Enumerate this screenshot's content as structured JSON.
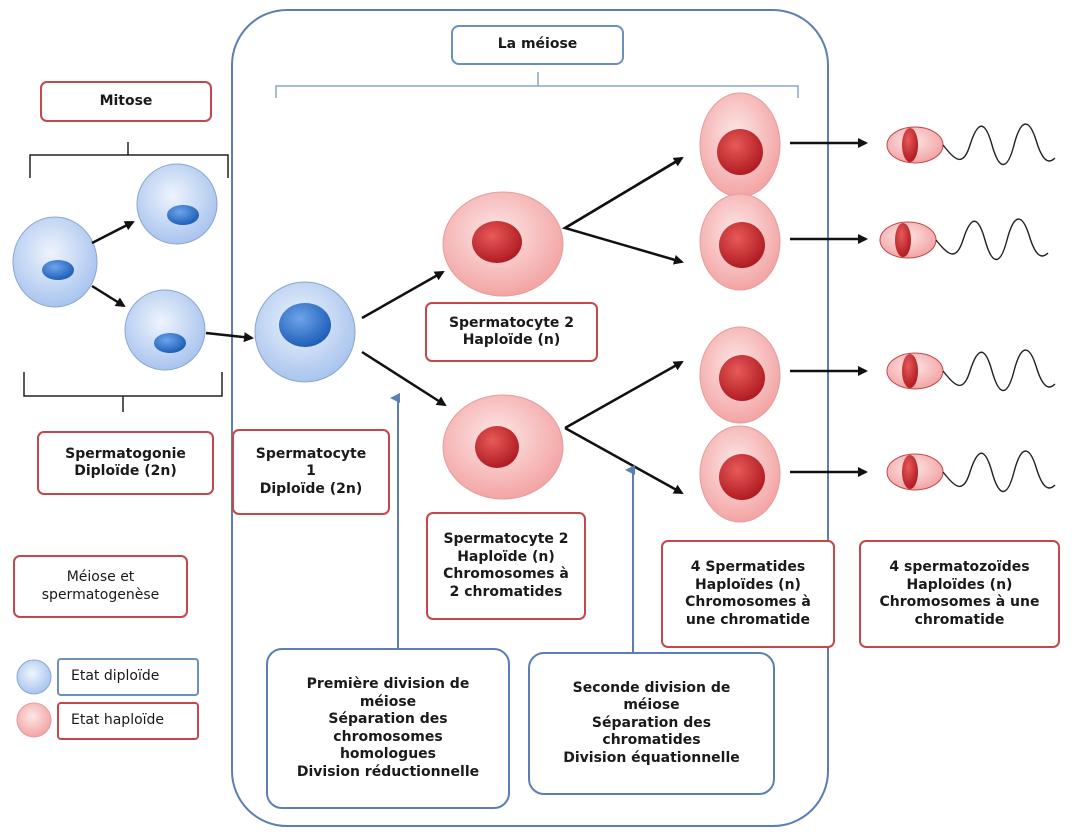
{
  "title": "La méiose",
  "labels": {
    "mitose": "Mitose",
    "spermatogonie": "Spermatogonie\nDiploïde (2n)",
    "spermatocyte1": "Spermatocyte\n1\nDiploïde (2n)",
    "spermatocyte2_top": "Spermatocyte 2\nHaploïde (n)",
    "spermatocyte2_bottom": "Spermatocyte 2\nHaploïde (n)\nChromosomes à\n2 chromatides",
    "spermatides": "4 Spermatides\nHaploïdes (n)\nChromosomes à\nune chromatide",
    "spermatozoides": "4 spermatozoïdes\nHaploïdes (n)\nChromosomes à une\nchromatide",
    "caption": "Méiose et\nspermatogenèse",
    "premiere_division": "Première division de\nméiose\nSéparation des\nchromosomes\nhomologues\nDivision réductionnelle",
    "seconde_division": "Seconde division de\nméiose\nSéparation des\nchromatides\nDivision équationnelle"
  },
  "legend": [
    {
      "label": "Etat diploïde",
      "color": "#a9c4ee"
    },
    {
      "label": "Etat haploïde",
      "color": "#f4aaaa"
    }
  ],
  "colors": {
    "diploid_fill": "#c9dbf5",
    "diploid_nucleus": "#2f6fc4",
    "haploid_fill": "#f9c4c4",
    "haploid_nucleus": "#c7242b",
    "red_border": "#c4474b",
    "blue_border": "#5b7fb3"
  }
}
